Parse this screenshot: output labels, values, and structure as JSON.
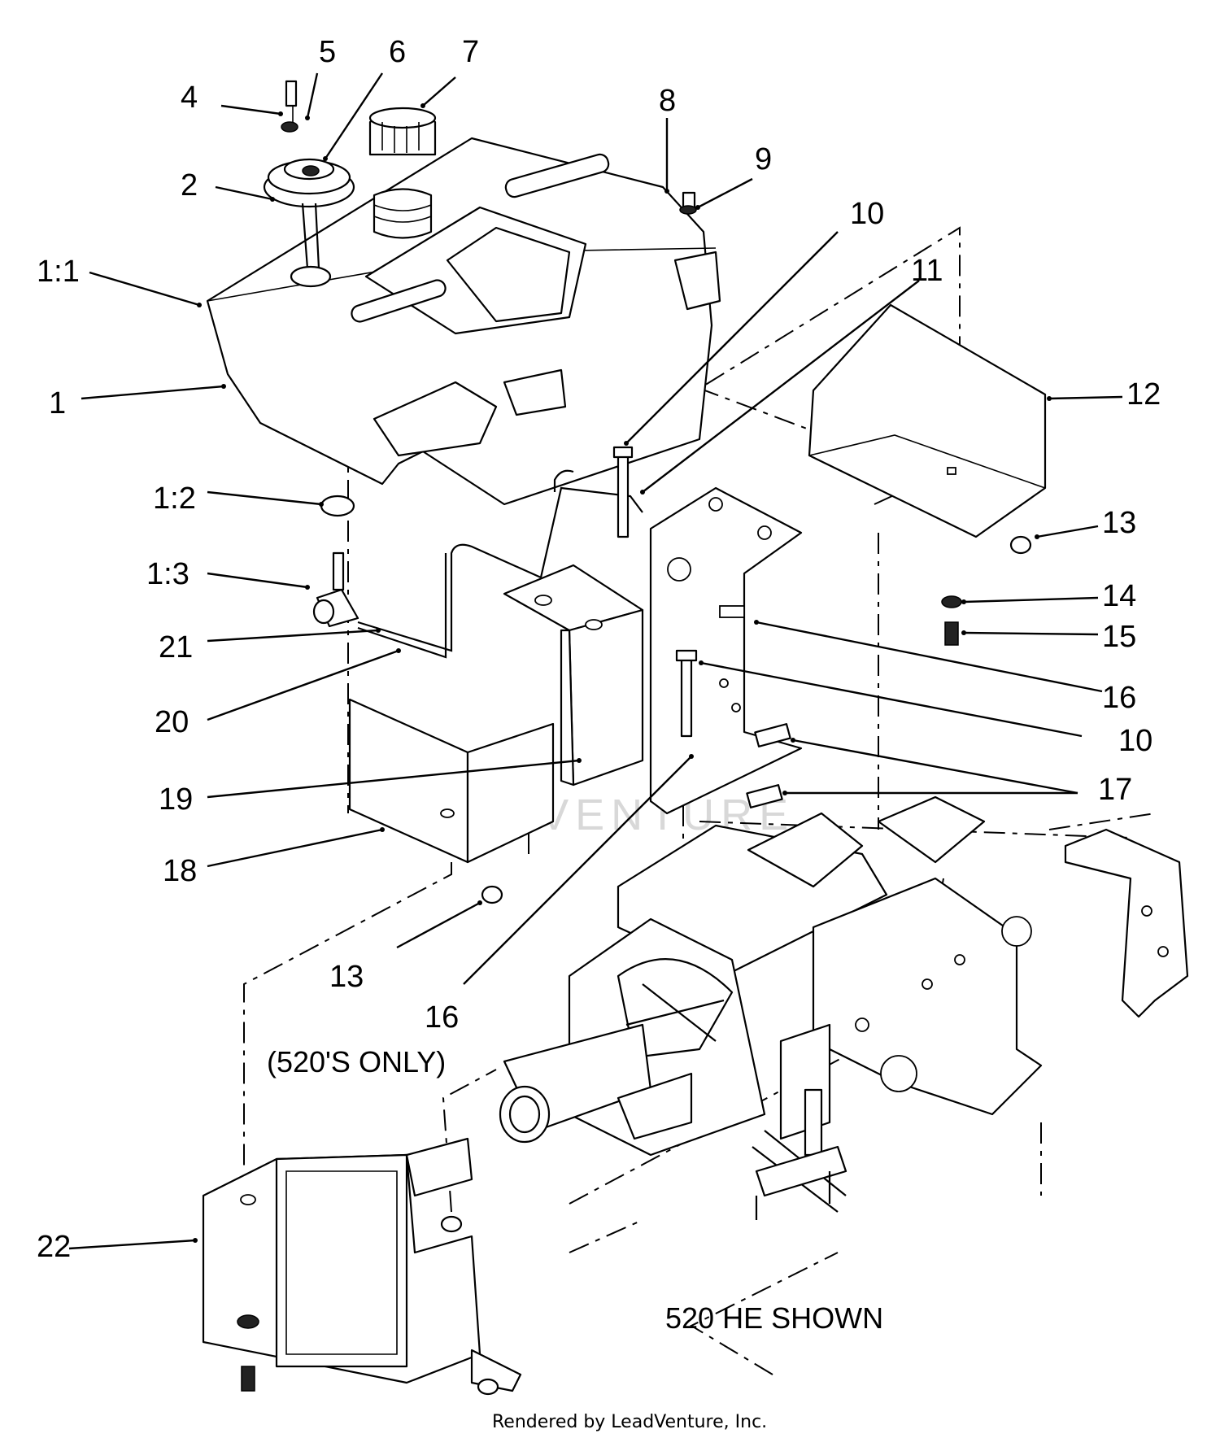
{
  "callouts": [
    {
      "id": "c-4",
      "text": "4"
    },
    {
      "id": "c-5",
      "text": "5"
    },
    {
      "id": "c-6",
      "text": "6"
    },
    {
      "id": "c-7",
      "text": "7"
    },
    {
      "id": "c-2",
      "text": "2"
    },
    {
      "id": "c-8",
      "text": "8"
    },
    {
      "id": "c-9",
      "text": "9"
    },
    {
      "id": "c-10a",
      "text": "10"
    },
    {
      "id": "c-11",
      "text": "11"
    },
    {
      "id": "c-1-1",
      "text": "1:1"
    },
    {
      "id": "c-1",
      "text": "1"
    },
    {
      "id": "c-12",
      "text": "12"
    },
    {
      "id": "c-1-2",
      "text": "1:2"
    },
    {
      "id": "c-13a",
      "text": "13"
    },
    {
      "id": "c-1-3",
      "text": "1:3"
    },
    {
      "id": "c-14",
      "text": "14"
    },
    {
      "id": "c-21",
      "text": "21"
    },
    {
      "id": "c-15",
      "text": "15"
    },
    {
      "id": "c-20",
      "text": "20"
    },
    {
      "id": "c-16a",
      "text": "16"
    },
    {
      "id": "c-10b",
      "text": "10"
    },
    {
      "id": "c-17",
      "text": "17"
    },
    {
      "id": "c-19",
      "text": "19"
    },
    {
      "id": "c-18",
      "text": "18"
    },
    {
      "id": "c-13b",
      "text": "13"
    },
    {
      "id": "c-16b",
      "text": "16"
    },
    {
      "id": "c-22",
      "text": "22"
    }
  ],
  "notes": {
    "models_only": "(520'S ONLY)",
    "shown": "520 HE SHOWN"
  },
  "watermark": "LEADVENTURE",
  "footer": "Rendered by LeadVenture, Inc."
}
